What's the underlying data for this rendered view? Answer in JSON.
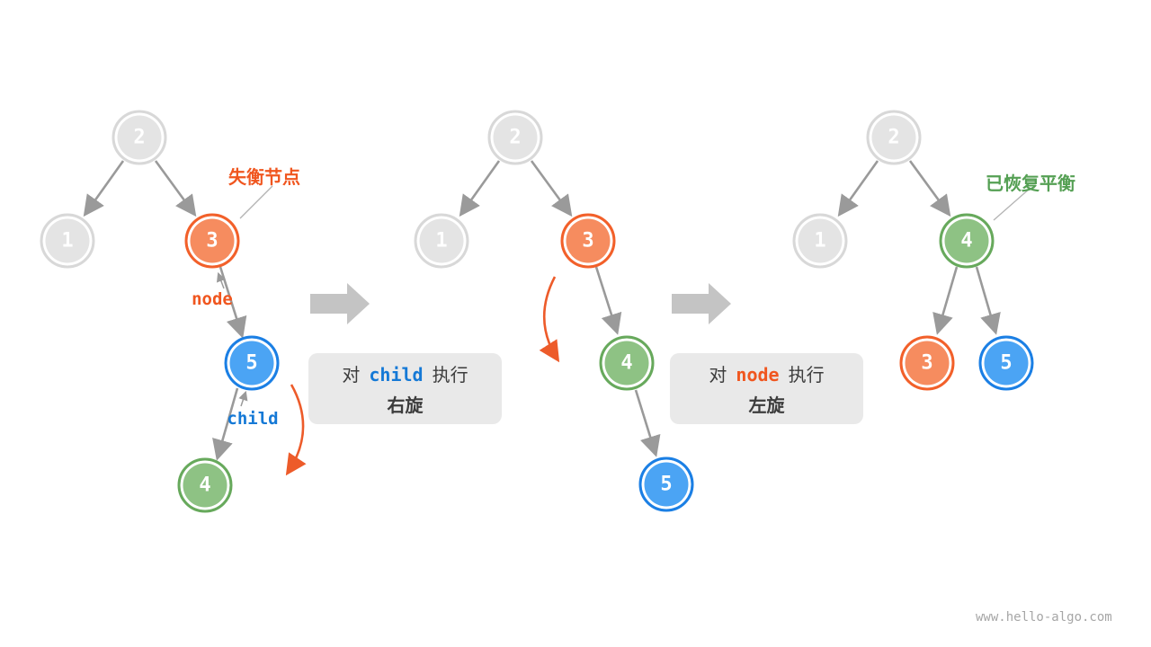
{
  "diagram": {
    "watermark": "www.hello-algo.com"
  },
  "palette": {
    "node_gray_fill": "#E4E4E4",
    "node_gray_border": "#D8D8D8",
    "node_orange_fill": "#F68C5F",
    "node_orange_border": "#F2602A",
    "node_blue_fill": "#4BA4F4",
    "node_blue_border": "#1B7FE4",
    "node_green_fill": "#8EC284",
    "node_green_border": "#67A95C",
    "edge_color": "#9A9A9A",
    "flow_arrow_color": "#C4C4C4",
    "rotation_arrow_color": "#ED5B2A",
    "caption_bg": "#E9E9E9",
    "label_orange": "#F0561F",
    "label_blue": "#1579D6",
    "label_green": "#55A054"
  },
  "annotations": {
    "unbalanced": "失衡节点",
    "node_pointer": "node",
    "child_pointer": "child",
    "restored": "已恢复平衡"
  },
  "captions": [
    {
      "prefix": "对",
      "code": "child",
      "suffix": "执行",
      "action": "右旋"
    },
    {
      "prefix": "对",
      "code": "node",
      "suffix": "执行",
      "action": "左旋"
    }
  ],
  "trees": [
    {
      "nodes": [
        {
          "value": "2",
          "color": "gray"
        },
        {
          "value": "1",
          "color": "gray"
        },
        {
          "value": "3",
          "color": "orange"
        },
        {
          "value": "5",
          "color": "blue"
        },
        {
          "value": "4",
          "color": "green"
        }
      ]
    },
    {
      "nodes": [
        {
          "value": "2",
          "color": "gray"
        },
        {
          "value": "1",
          "color": "gray"
        },
        {
          "value": "3",
          "color": "orange"
        },
        {
          "value": "4",
          "color": "green"
        },
        {
          "value": "5",
          "color": "blue"
        }
      ]
    },
    {
      "nodes": [
        {
          "value": "2",
          "color": "gray"
        },
        {
          "value": "1",
          "color": "gray"
        },
        {
          "value": "4",
          "color": "green"
        },
        {
          "value": "3",
          "color": "orange"
        },
        {
          "value": "5",
          "color": "blue"
        }
      ]
    }
  ]
}
